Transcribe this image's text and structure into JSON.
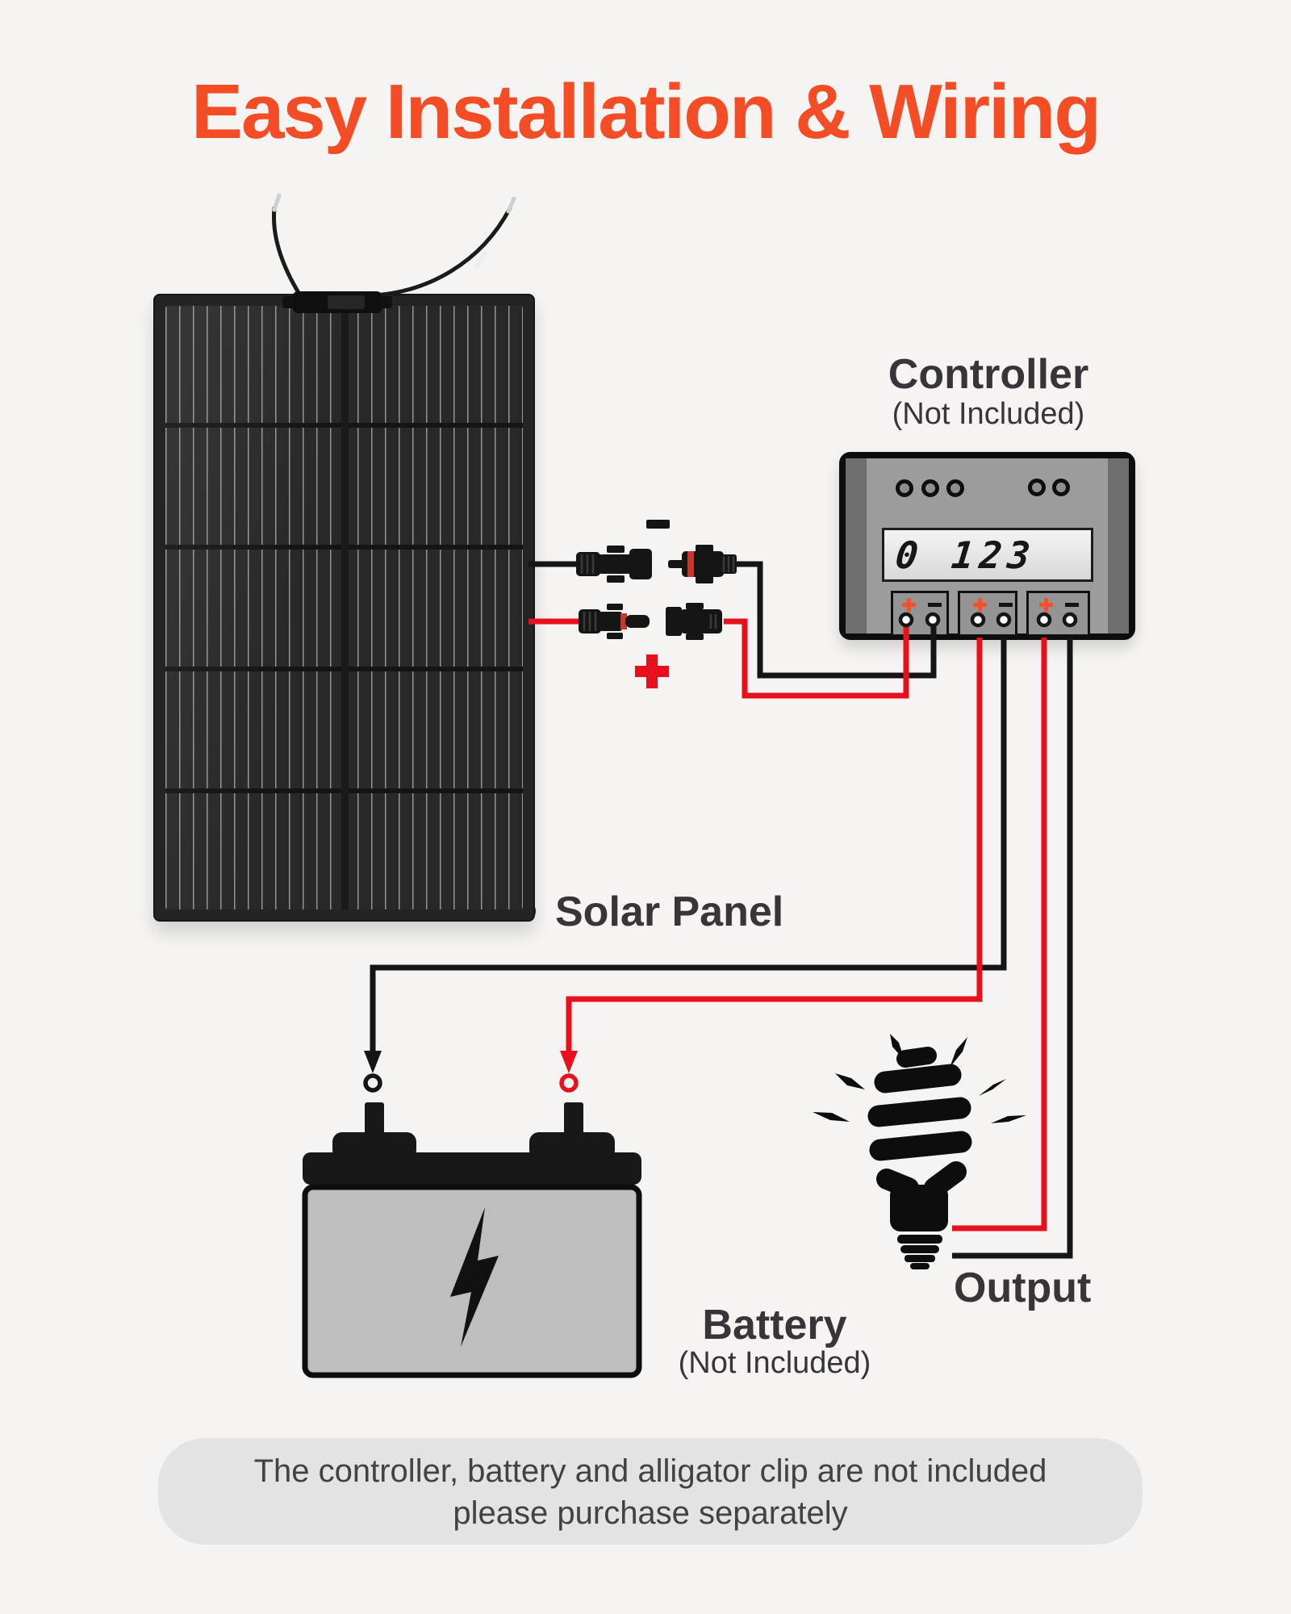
{
  "colors": {
    "background": "#F5F4F2",
    "accent_orange": "#F44D26",
    "wire_red": "#E8101C",
    "wire_black": "#151515",
    "text_dark": "#37353A",
    "controller_body_gray": "#9C9C9C",
    "controller_side_gray": "#6E6E6E",
    "lcd_background": "#E9E9E9",
    "battery_body_gray": "#BEBEBE",
    "footer_background": "#E4E3E3"
  },
  "title": "Easy Installation & Wiring",
  "solar_panel": {
    "label": "Solar Panel"
  },
  "wiring_symbols": {
    "negative": "-",
    "positive": "+"
  },
  "controller": {
    "label": "Controller",
    "availability": "(Not Included)",
    "lcd_text": "0 123",
    "terminal_blocks": [
      {
        "plus": "+",
        "minus": "-"
      },
      {
        "plus": "+",
        "minus": "-"
      },
      {
        "plus": "+",
        "minus": "-"
      }
    ]
  },
  "battery": {
    "label": "Battery",
    "availability": "(Not Included)"
  },
  "output": {
    "label": "Output"
  },
  "footer": {
    "line1": "The controller, battery and alligator clip are not included",
    "line2": "please purchase separately"
  }
}
